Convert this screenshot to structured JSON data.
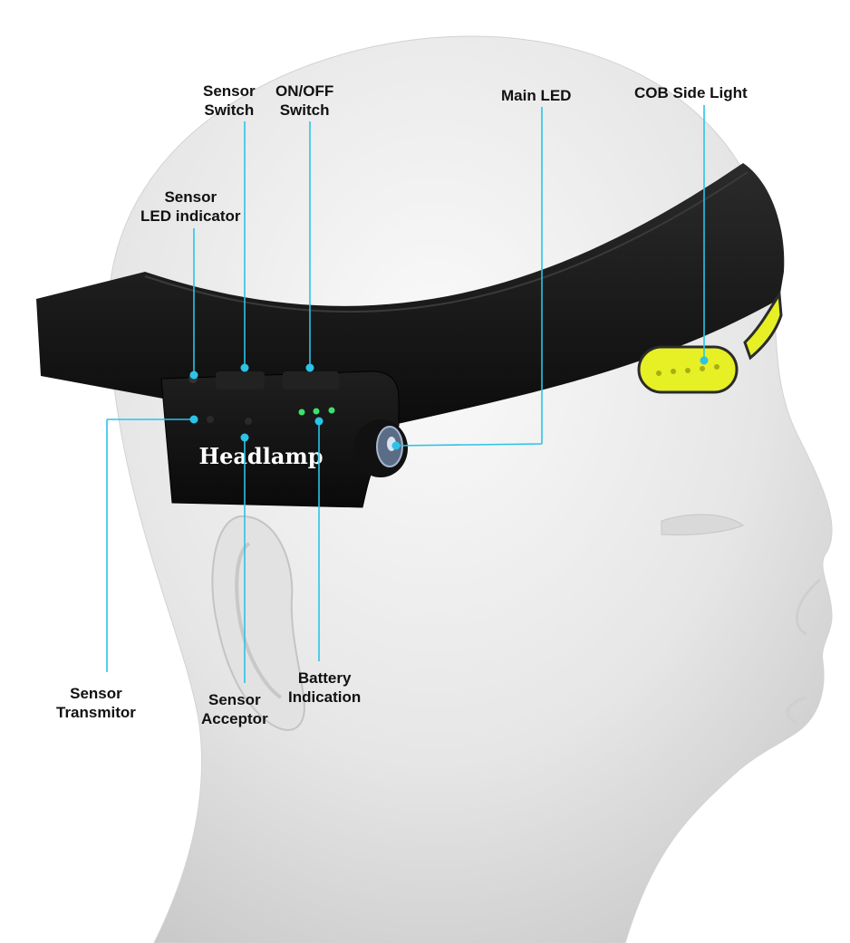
{
  "product": {
    "brand_text": "Headlamp"
  },
  "callouts": [
    {
      "id": "sensor-switch",
      "lines": [
        "Sensor",
        "Switch"
      ]
    },
    {
      "id": "on-off-switch",
      "lines": [
        "ON/OFF",
        "Switch"
      ]
    },
    {
      "id": "main-led",
      "lines": [
        "Main LED"
      ]
    },
    {
      "id": "cob-side-light",
      "lines": [
        "COB Side Light"
      ]
    },
    {
      "id": "sensor-led-indicator",
      "lines": [
        "Sensor",
        "LED indicator"
      ]
    },
    {
      "id": "sensor-transmitor",
      "lines": [
        "Sensor",
        "Transmitor"
      ]
    },
    {
      "id": "sensor-acceptor",
      "lines": [
        "Sensor",
        "Acceptor"
      ]
    },
    {
      "id": "battery-indication",
      "lines": [
        "Battery",
        "Indication"
      ]
    }
  ],
  "colors": {
    "callout_line": "#2cc3e6",
    "headband": "#141414",
    "cob_light": "#e6f024",
    "battery_led": "#3ee06a",
    "mannequin": "#e9e9e9"
  }
}
